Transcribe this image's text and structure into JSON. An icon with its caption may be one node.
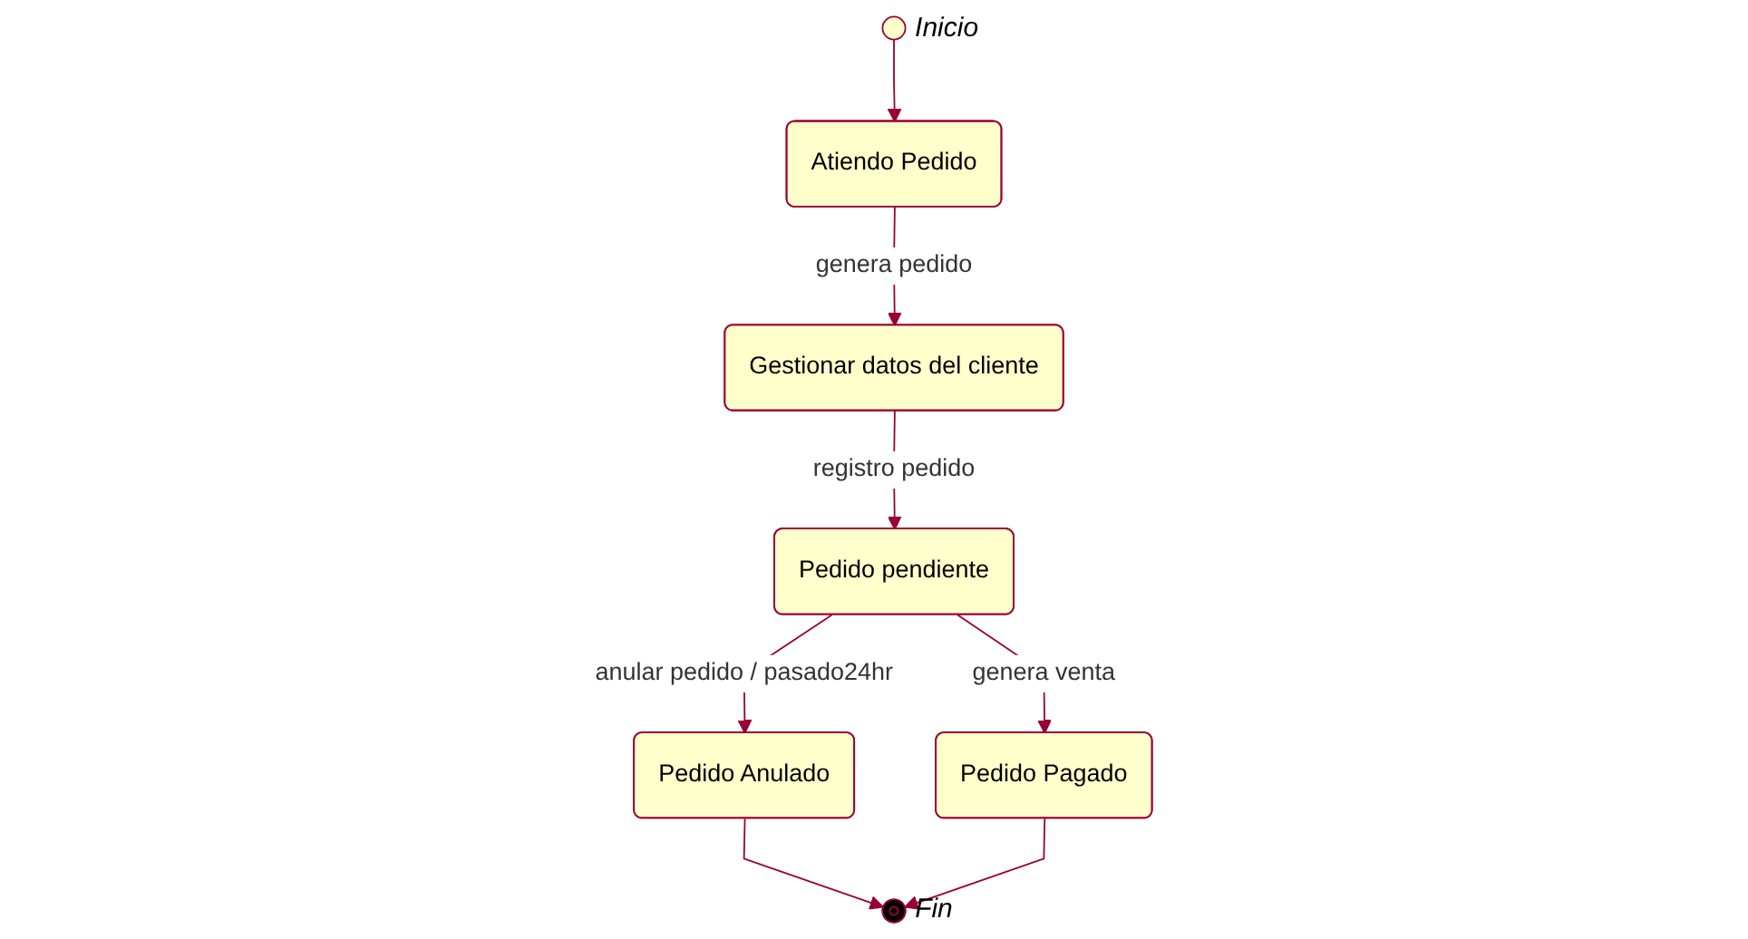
{
  "diagram": {
    "nodes": [
      {
        "text": [],
        "shape": "circle",
        "beside": [
          "Inicio"
        ]
      },
      {
        "text": [
          "Atiendo Pedido"
        ]
      },
      {
        "text": [
          "Gestionar datos del cliente"
        ]
      },
      {
        "text": [
          "Pedido pendiente"
        ]
      },
      {
        "text": [
          "Pedido Anulado"
        ]
      },
      {
        "text": [
          "Pedido Pagado"
        ]
      },
      {
        "text": [],
        "shape": "circle",
        "beside": [
          "Fin"
        ]
      }
    ],
    "edges": [
      {
        "from": 0,
        "to": 1,
        "arrow": "to"
      },
      {
        "from": 1,
        "to": 2,
        "arrow": "to",
        "label": "genera pedido"
      },
      {
        "from": 2,
        "to": 3,
        "arrow": "to",
        "label": "registro pedido"
      },
      {
        "from": 3,
        "to": 4,
        "arrow": "to",
        "label": "anular pedido / pasado24hr"
      },
      {
        "from": 3,
        "to": 5,
        "arrow": "to",
        "label": "genera venta"
      },
      {
        "from": 4,
        "to": 6,
        "arrow": "to"
      },
      {
        "from": 5,
        "to": 6,
        "arrow": "to"
      }
    ]
  }
}
